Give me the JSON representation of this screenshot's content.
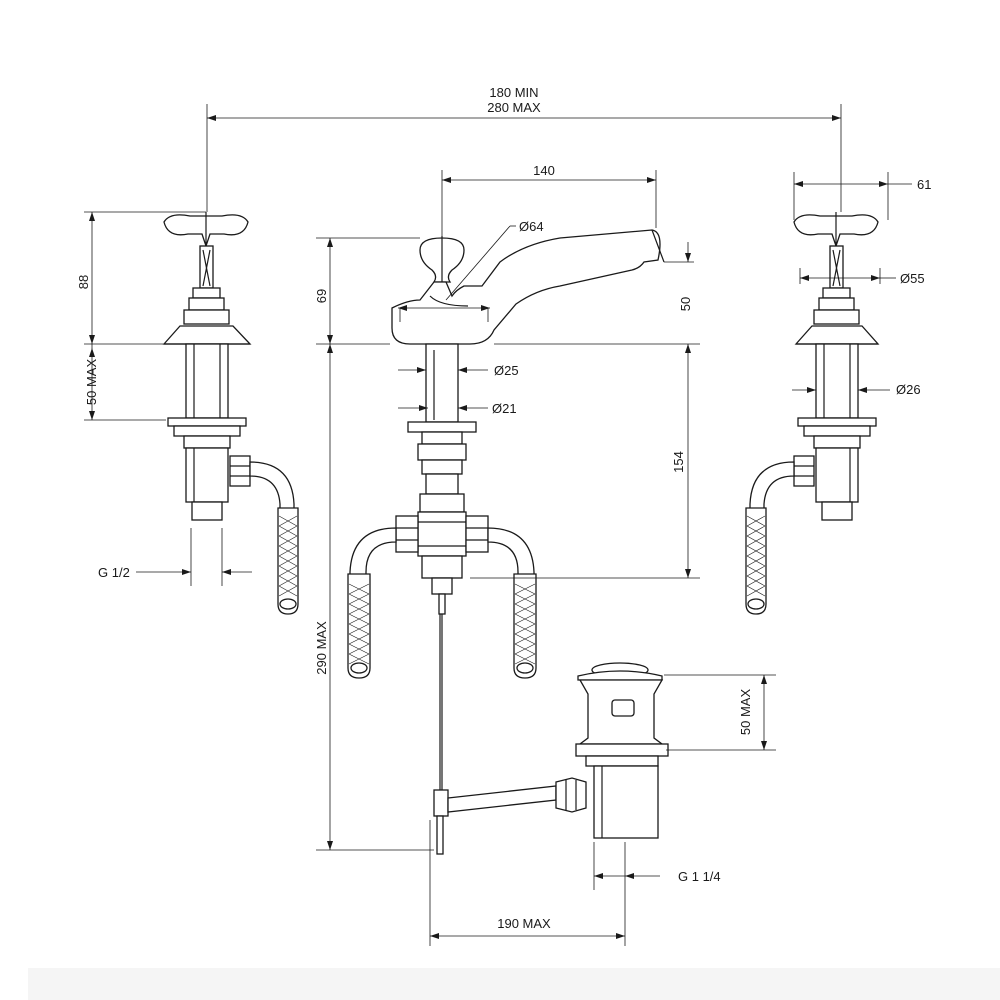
{
  "dimensions": {
    "overall_min": "180 MIN",
    "overall_max": "280 MAX",
    "spout_reach": "140",
    "lever_diameter": "Ø64",
    "handle_width": "61",
    "flange_diameter": "Ø55",
    "valve_height": "88",
    "spout_height": "69",
    "spout_outlet_height": "50",
    "valve_deck_thickness": "50 MAX",
    "shank_outer_diameter": "Ø25",
    "shank_inner_diameter": "Ø21",
    "body_diameter": "Ø26",
    "below_deck_length": "154",
    "inlet_thread": "G 1/2",
    "total_depth": "290 MAX",
    "waste_deck_thickness": "50 MAX",
    "waste_thread": "G 1 1/4",
    "rod_reach": "190 MAX"
  }
}
